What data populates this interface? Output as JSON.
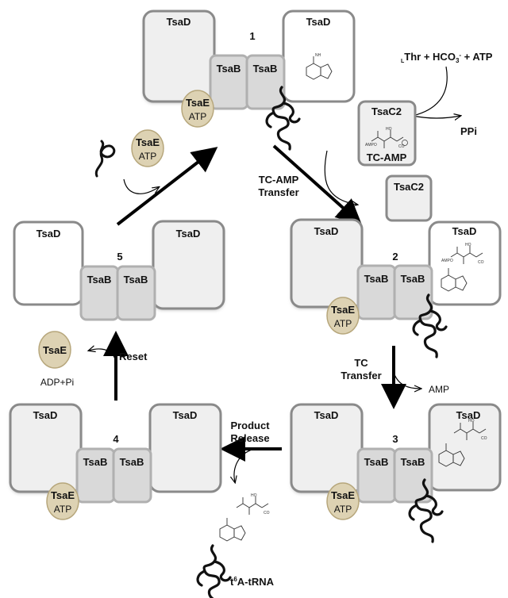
{
  "states": {
    "s1": {
      "number": "1",
      "tsad_left": "TsaD",
      "tsad_right": "TsaD",
      "tsab_left": "TsaB",
      "tsab_right": "TsaB",
      "tsae": "TsaE",
      "tsae_atp": "ATP"
    },
    "s2": {
      "number": "2",
      "tsad_left": "TsaD",
      "tsad_right": "TsaD",
      "tsab_left": "TsaB",
      "tsab_right": "TsaB",
      "tsae": "TsaE",
      "tsae_atp": "ATP"
    },
    "s3": {
      "number": "3",
      "tsad_left": "TsaD",
      "tsad_right": "TsaD",
      "tsab_left": "TsaB",
      "tsab_right": "TsaB",
      "tsae": "TsaE",
      "tsae_atp": "ATP"
    },
    "s4": {
      "number": "4",
      "tsad_left": "TsaD",
      "tsad_right": "TsaD",
      "tsab_left": "TsaB",
      "tsab_right": "TsaB",
      "tsae": "TsaE",
      "tsae_atp": "ATP"
    },
    "s5": {
      "number": "5",
      "tsad_left": "TsaD",
      "tsad_right": "TsaD",
      "tsab_left": "TsaB",
      "tsab_right": "TsaB"
    }
  },
  "free_tsae_atp": {
    "label": "TsaE",
    "sub": "ATP"
  },
  "free_tsae_released": {
    "label": "TsaE",
    "released": "ADP+Pi"
  },
  "tsac2_top": {
    "label": "TsaC2",
    "product": "TC-AMP"
  },
  "tsac2_free": {
    "label": "TsaC2"
  },
  "substrates": {
    "prefix": "L",
    "thr": "Thr + HCO",
    "sub3": "3",
    "sup_minus": "-",
    "tail": " + ATP",
    "ppi": "PPi"
  },
  "transitions": {
    "tc_amp_transfer": [
      "TC-AMP",
      "Transfer"
    ],
    "tc_transfer": [
      "TC",
      "Transfer"
    ],
    "amp": "AMP",
    "product_release": [
      "Product",
      "Release"
    ],
    "reset": "Reset"
  },
  "product": {
    "sup": "6",
    "label_pre": "t",
    "label_post": "A-tRNA"
  },
  "molecule_text": {
    "nh2": "NH",
    "ampo": "AMPO",
    "ho": "HO",
    "co2": "CO",
    "h": "H",
    "n": "N",
    "o": "O",
    "minus": "−"
  },
  "colors": {
    "tsad_fill": "#efefef",
    "tsad_stroke": "#8a8a8a",
    "tsab_fill": "#d9d9d9",
    "tsae_fill": "#ddd2b3",
    "tsae_stroke": "#b7a77c",
    "arrow": "#000000"
  }
}
